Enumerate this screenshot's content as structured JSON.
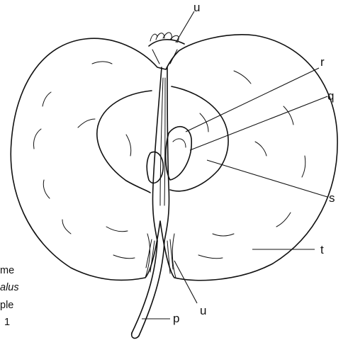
{
  "labels": {
    "u_top": "u",
    "r": "r",
    "q": "q",
    "s": "s",
    "t": "t",
    "u_bottom": "u",
    "p": "p"
  },
  "caption_fragments": {
    "line1": "me",
    "line2": "alus",
    "line3": "ple",
    "line4": "1"
  }
}
